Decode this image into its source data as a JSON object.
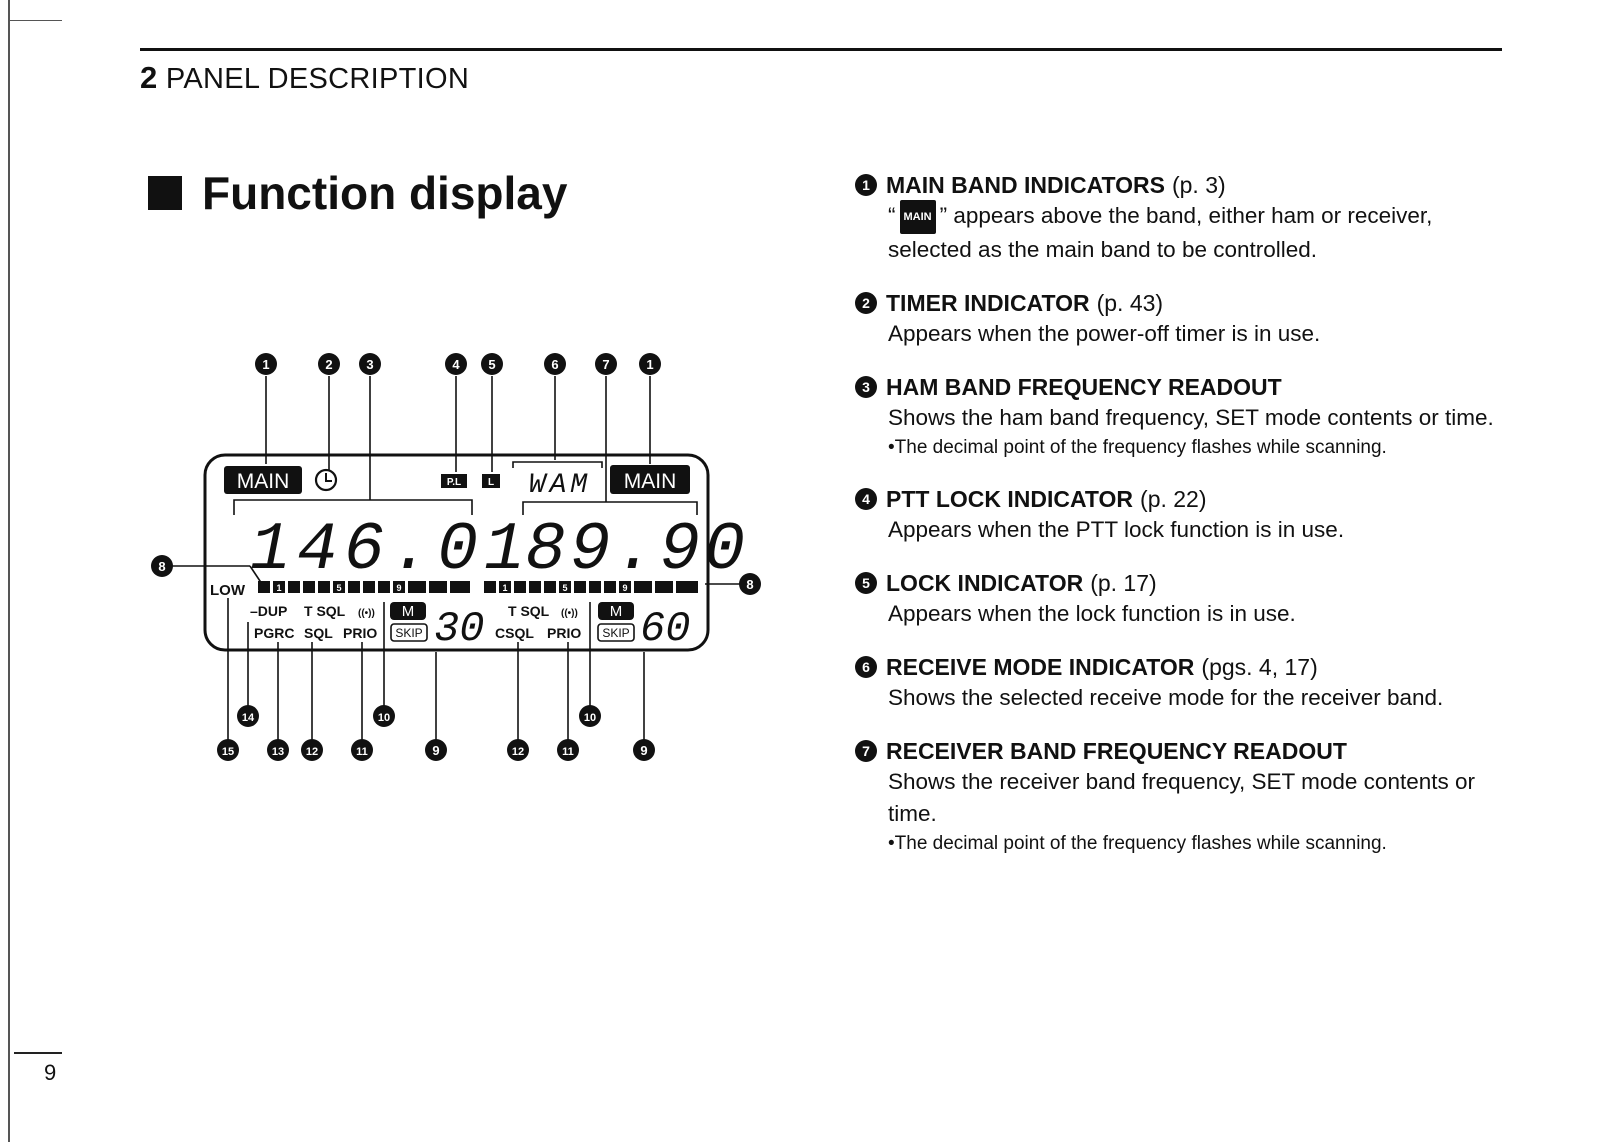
{
  "header": {
    "chapter_number": "2",
    "chapter_title": "PANEL DESCRIPTION"
  },
  "section_title": "Function display",
  "page_number": "9",
  "diagram": {
    "ham_frequency": "146.01",
    "receiver_frequency": "89.90",
    "receive_mode": "WAM",
    "main_label": "MAIN",
    "pl_label": "P.L",
    "lock_label": "L",
    "low_label": "LOW",
    "dup_label": "–DUP",
    "tsql_label": "T SQL",
    "tsql_symbol": "((•))",
    "m_label": "M",
    "pgrc_label": "PGRC",
    "sql_label": "SQL",
    "prio_label": "PRIO",
    "skip_label": "SKIP",
    "csql_label": "CSQL",
    "ham_channel": "30",
    "receiver_channel": "60",
    "meter_marks": [
      "1",
      "5",
      "9"
    ],
    "callouts": [
      "1",
      "2",
      "3",
      "4",
      "5",
      "6",
      "7",
      "8",
      "9",
      "10",
      "11",
      "12",
      "13",
      "14",
      "15"
    ]
  },
  "items": [
    {
      "num": "1",
      "title": "MAIN BAND INDICATORS",
      "page": "(p. 3)",
      "body_before_badge": "“",
      "badge": "MAIN",
      "body_after_badge": "” appears above the band, either ham or receiver, selected as the main band to be controlled."
    },
    {
      "num": "2",
      "title": "TIMER INDICATOR",
      "page": "(p. 43)",
      "body": "Appears when the power-off timer is in use."
    },
    {
      "num": "3",
      "title": "HAM BAND FREQUENCY READOUT",
      "page": "",
      "body": "Shows the ham band frequency, SET mode contents or time.",
      "note": "The decimal point of the frequency flashes while scanning."
    },
    {
      "num": "4",
      "title": "PTT LOCK INDICATOR",
      "page": "(p. 22)",
      "body": "Appears when the PTT lock function is in use."
    },
    {
      "num": "5",
      "title": "LOCK INDICATOR",
      "page": "(p. 17)",
      "body": "Appears when the lock function is in use."
    },
    {
      "num": "6",
      "title": "RECEIVE MODE INDICATOR",
      "page": "(pgs. 4, 17)",
      "body": "Shows the selected receive mode for the receiver band."
    },
    {
      "num": "7",
      "title": "RECEIVER BAND FREQUENCY READOUT",
      "page": "",
      "body": "Shows the receiver band frequency, SET mode contents or time.",
      "note": "The decimal point of the frequency flashes while scanning."
    }
  ]
}
